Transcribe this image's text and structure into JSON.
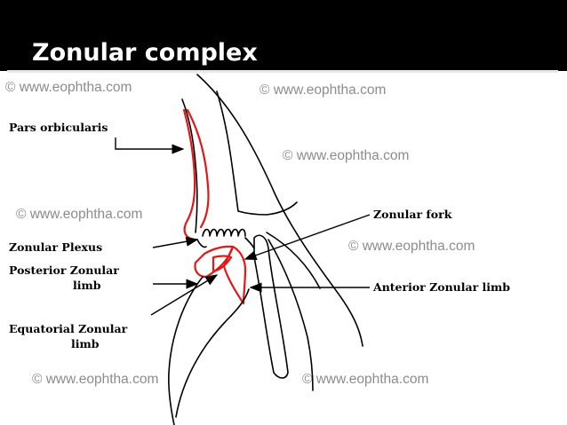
{
  "title": "Zonular complex",
  "watermark": "© www.eophtha.com",
  "labels": {
    "pars_orbicularis": "Pars orbicularis",
    "zonular_fork": "Zonular fork",
    "zonular_plexus": "Zonular Plexus",
    "posterior_zonular_limb_line1": "Posterior Zonular",
    "posterior_zonular_limb_line2": "limb",
    "anterior_zonular_limb": "Anterior Zonular limb",
    "equatorial_zonular_limb_line1": "Equatorial Zonular",
    "equatorial_zonular_limb_line2": "limb"
  },
  "colors": {
    "header_bg": "#000000",
    "header_text": "#ffffff",
    "zonule_red": "#e01818",
    "watermark_gray": "#8c8c8c"
  }
}
